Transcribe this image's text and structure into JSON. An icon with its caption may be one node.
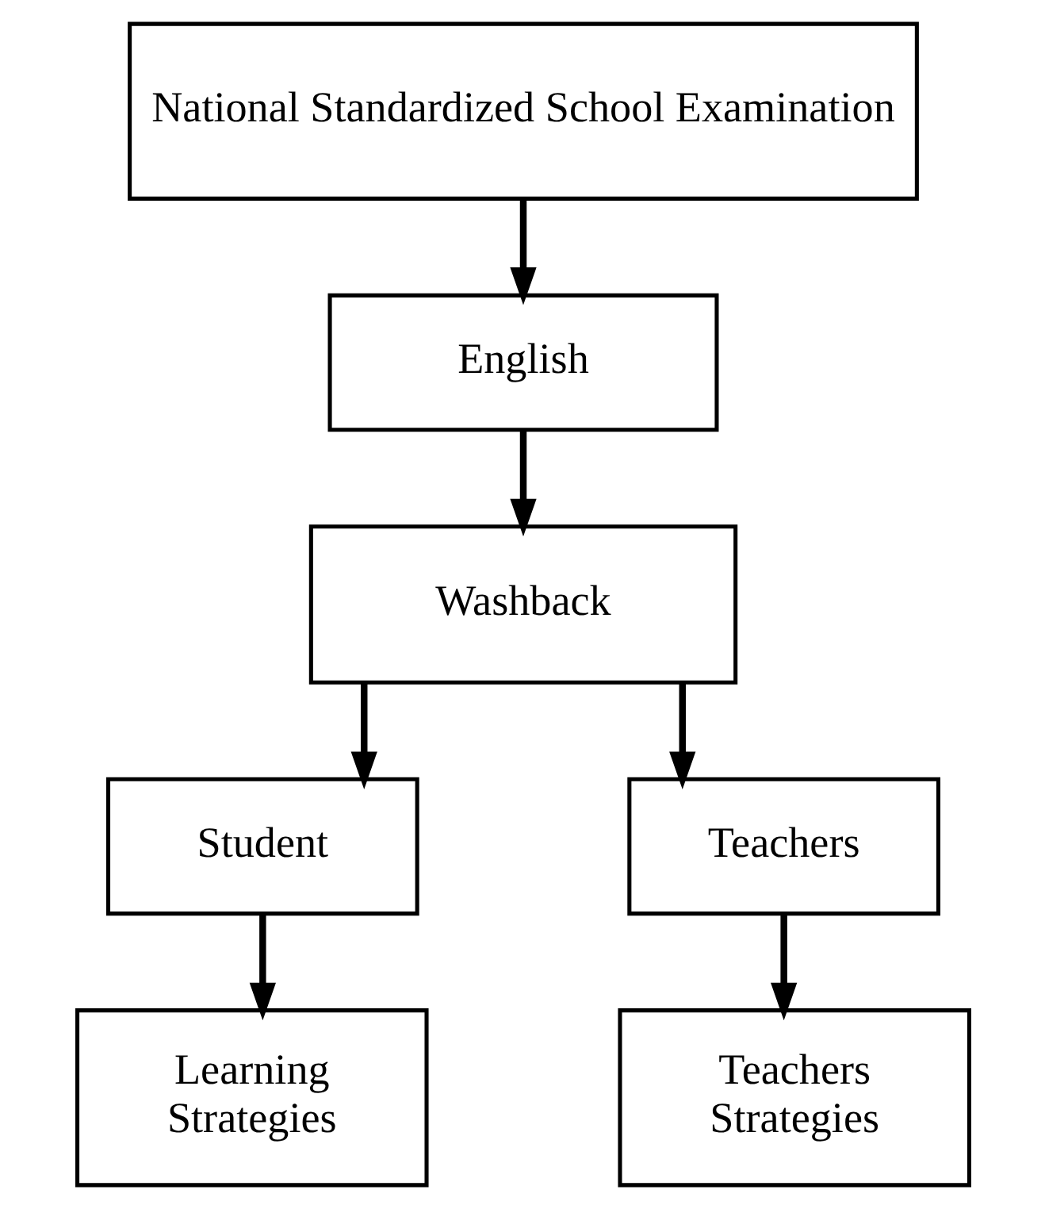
{
  "diagram": {
    "nodes": [
      {
        "text": [
          "National Standardized School Examination"
        ]
      },
      {
        "text": [
          "English"
        ]
      },
      {
        "text": [
          "Washback"
        ]
      },
      {
        "text": [
          "Student"
        ]
      },
      {
        "text": [
          "Teachers"
        ]
      },
      {
        "text": [
          "Learning Strategies"
        ]
      },
      {
        "text": [
          "Teachers Strategies"
        ]
      }
    ],
    "edges": [
      {
        "from": 0,
        "to": 1,
        "arrow": "to"
      },
      {
        "from": 1,
        "to": 2,
        "arrow": "to"
      },
      {
        "from": 2,
        "to": 3,
        "arrow": "to"
      },
      {
        "from": 2,
        "to": 4,
        "arrow": "to"
      },
      {
        "from": 3,
        "to": 5,
        "arrow": "to"
      },
      {
        "from": 4,
        "to": 6,
        "arrow": "to"
      }
    ]
  }
}
